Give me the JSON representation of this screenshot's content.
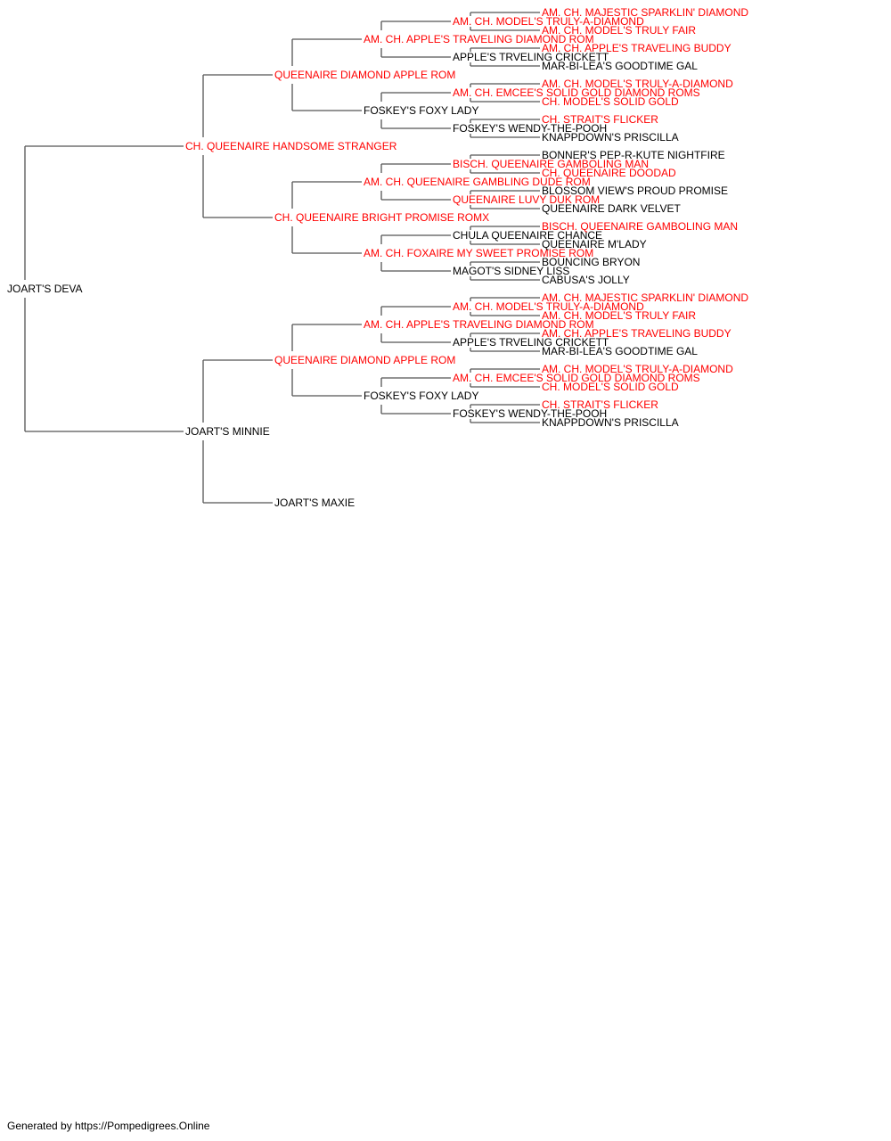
{
  "colors": {
    "titled": "#ff0000",
    "untitled": "#000000",
    "connector": "#555555"
  },
  "footer": {
    "text": "Generated by https://Pompedigrees.Online"
  },
  "pedigree": {
    "name": "JOART'S DEVA",
    "titled": false,
    "sire": {
      "name": "CH. QUEENAIRE HANDSOME STRANGER",
      "titled": true,
      "sire": {
        "name": "QUEENAIRE DIAMOND APPLE ROM",
        "titled": true,
        "sire": {
          "name": "AM. CH. APPLE'S TRAVELING DIAMOND ROM",
          "titled": true,
          "sire": {
            "name": "AM. CH. MODEL'S TRULY-A-DIAMOND",
            "titled": true,
            "sire": {
              "name": "AM. CH. MAJESTIC SPARKLIN' DIAMOND",
              "titled": true
            },
            "dam": {
              "name": "AM. CH. MODEL'S TRULY FAIR",
              "titled": true
            }
          },
          "dam": {
            "name": "APPLE'S TRVELING CRICKETT",
            "titled": false,
            "sire": {
              "name": "AM. CH. APPLE'S TRAVELING BUDDY",
              "titled": true
            },
            "dam": {
              "name": "MAR-BI-LEA'S GOODTIME GAL",
              "titled": false
            }
          }
        },
        "dam": {
          "name": "FOSKEY'S FOXY LADY",
          "titled": false,
          "sire": {
            "name": "AM. CH. EMCEE'S SOLID GOLD DIAMOND ROMS",
            "titled": true,
            "sire": {
              "name": "AM. CH. MODEL'S TRULY-A-DIAMOND",
              "titled": true
            },
            "dam": {
              "name": "CH. MODEL'S SOLID GOLD",
              "titled": true
            }
          },
          "dam": {
            "name": "FOSKEY'S WENDY-THE-POOH",
            "titled": false,
            "sire": {
              "name": "CH. STRAIT'S FLICKER",
              "titled": true
            },
            "dam": {
              "name": "KNAPPDOWN'S PRISCILLA",
              "titled": false
            }
          }
        }
      },
      "dam": {
        "name": "CH. QUEENAIRE BRIGHT PROMISE ROMX",
        "titled": true,
        "sire": {
          "name": "AM. CH. QUEENAIRE GAMBLING DUDE ROM",
          "titled": true,
          "sire": {
            "name": "BISCH. QUEENAIRE GAMBOLING MAN",
            "titled": true,
            "sire": {
              "name": "BONNER'S PEP-R-KUTE NIGHTFIRE",
              "titled": false
            },
            "dam": {
              "name": "CH. QUEENAIRE DOODAD",
              "titled": true
            }
          },
          "dam": {
            "name": "QUEENAIRE LUVY DUK ROM",
            "titled": true,
            "sire": {
              "name": "BLOSSOM VIEW'S PROUD PROMISE",
              "titled": false
            },
            "dam": {
              "name": "QUEENAIRE DARK VELVET",
              "titled": false
            }
          }
        },
        "dam": {
          "name": "AM. CH. FOXAIRE MY SWEET PROMISE ROM",
          "titled": true,
          "sire": {
            "name": "CHULA QUEENAIRE CHANCE",
            "titled": false,
            "sire": {
              "name": "BISCH. QUEENAIRE GAMBOLING MAN",
              "titled": true
            },
            "dam": {
              "name": "QUEENAIRE M'LADY",
              "titled": false
            }
          },
          "dam": {
            "name": "MAGOT'S SIDNEY LISS",
            "titled": false,
            "sire": {
              "name": "BOUNCING BRYON",
              "titled": false
            },
            "dam": {
              "name": "CABUSA'S JOLLY",
              "titled": false
            }
          }
        }
      }
    },
    "dam": {
      "name": "JOART'S MINNIE",
      "titled": false,
      "sire": {
        "name": "QUEENAIRE DIAMOND APPLE ROM",
        "titled": true,
        "sire": {
          "name": "AM. CH. APPLE'S TRAVELING DIAMOND ROM",
          "titled": true,
          "sire": {
            "name": "AM. CH. MODEL'S TRULY-A-DIAMOND",
            "titled": true,
            "sire": {
              "name": "AM. CH. MAJESTIC SPARKLIN' DIAMOND",
              "titled": true
            },
            "dam": {
              "name": "AM. CH. MODEL'S TRULY FAIR",
              "titled": true
            }
          },
          "dam": {
            "name": "APPLE'S TRVELING CRICKETT",
            "titled": false,
            "sire": {
              "name": "AM. CH. APPLE'S TRAVELING BUDDY",
              "titled": true
            },
            "dam": {
              "name": "MAR-BI-LEA'S GOODTIME GAL",
              "titled": false
            }
          }
        },
        "dam": {
          "name": "FOSKEY'S FOXY LADY",
          "titled": false,
          "sire": {
            "name": "AM. CH. EMCEE'S SOLID GOLD DIAMOND ROMS",
            "titled": true,
            "sire": {
              "name": "AM. CH. MODEL'S TRULY-A-DIAMOND",
              "titled": true
            },
            "dam": {
              "name": "CH. MODEL'S SOLID GOLD",
              "titled": true
            }
          },
          "dam": {
            "name": "FOSKEY'S WENDY-THE-POOH",
            "titled": false,
            "sire": {
              "name": "CH. STRAIT'S FLICKER",
              "titled": true
            },
            "dam": {
              "name": "KNAPPDOWN'S PRISCILLA",
              "titled": false
            }
          }
        }
      },
      "dam": {
        "name": "JOART'S MAXIE",
        "titled": false
      }
    }
  }
}
